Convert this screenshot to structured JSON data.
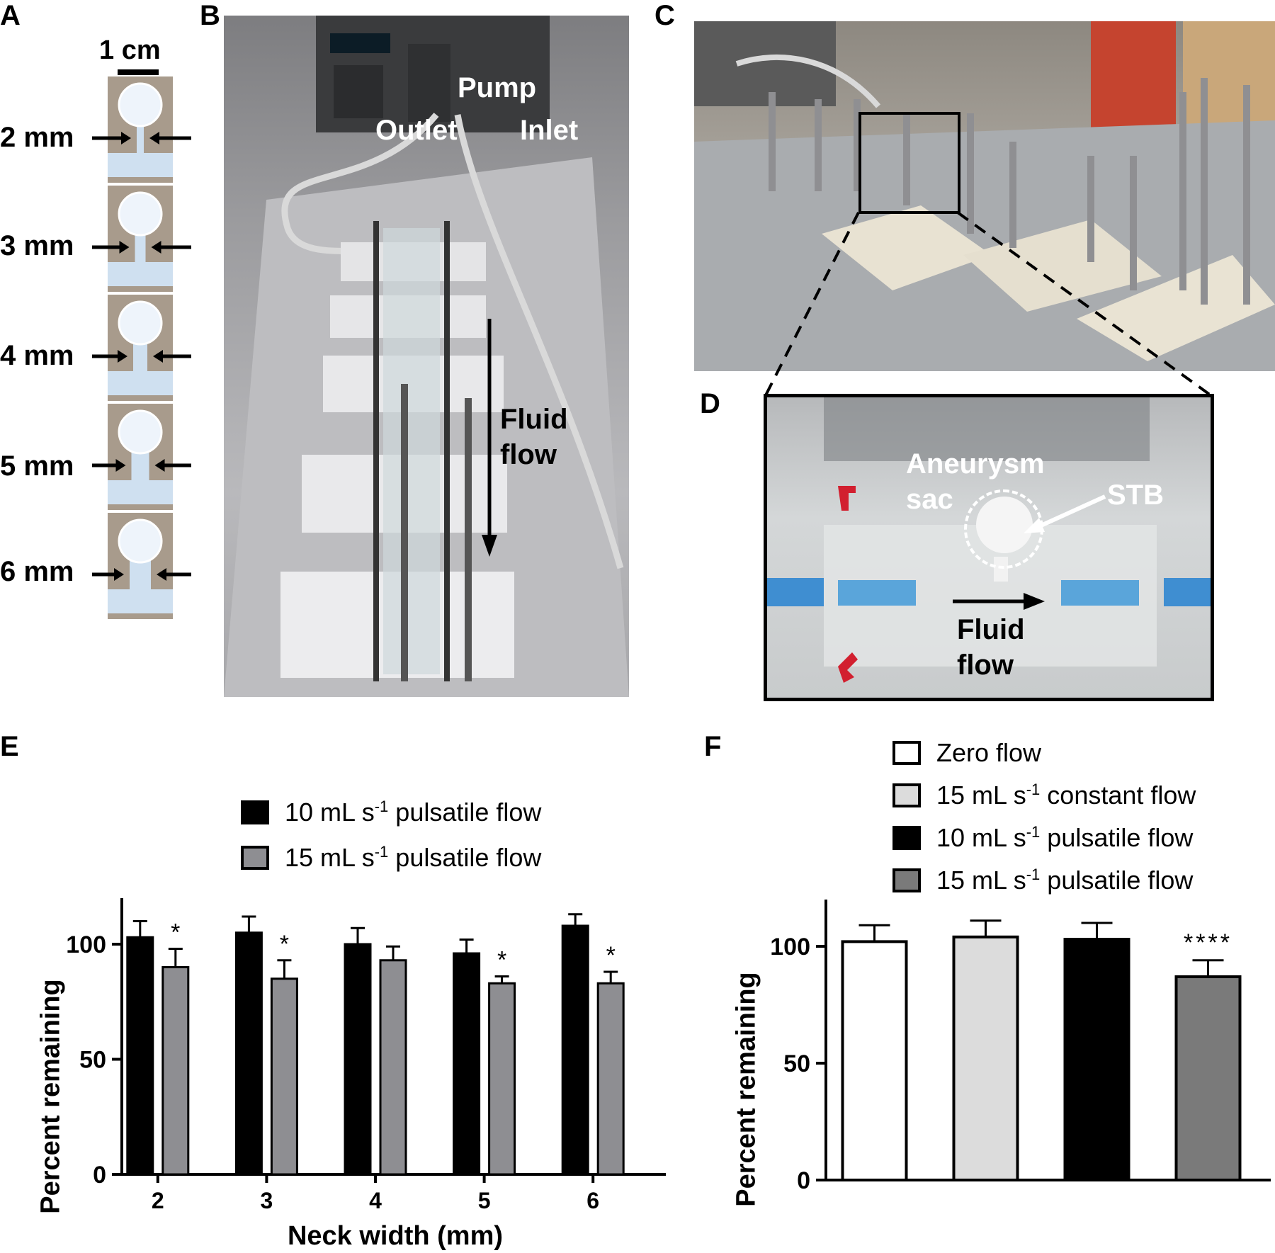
{
  "panels": {
    "a": "A",
    "b": "B",
    "c": "C",
    "d": "D",
    "e": "E",
    "f": "F"
  },
  "panel_a": {
    "scale_label": "1 cm",
    "neck_labels": [
      "2 mm",
      "3 mm",
      "4 mm",
      "5 mm",
      "6 mm"
    ],
    "colors": {
      "block": "#a89b8c",
      "channel": "#cfe0f0",
      "sac": "#eef4fb"
    }
  },
  "panel_b": {
    "pump_label": "Pump",
    "outlet_label": "Outlet",
    "inlet_label": "Inlet",
    "flow_label_1": "Fluid",
    "flow_label_2": "flow"
  },
  "panel_d": {
    "sac_label_1": "Aneurysm",
    "sac_label_2": "sac",
    "stb_label": "STB",
    "flow_label_1": "Fluid",
    "flow_label_2": "flow"
  },
  "chart_data": [
    {
      "type": "bar",
      "panel": "E",
      "xlabel": "Neck width (mm)",
      "ylabel": "Percent remaining",
      "ylim": [
        0,
        120
      ],
      "yticks": [
        0,
        50,
        100
      ],
      "categories": [
        "2",
        "3",
        "4",
        "5",
        "6"
      ],
      "legend_position": "top",
      "series": [
        {
          "legend_pre": "10 mL s",
          "legend_sup": "-1",
          "legend_post": " pulsatile flow",
          "color": "#000000",
          "values": [
            103,
            105,
            100,
            96,
            108
          ],
          "errors": [
            7,
            7,
            7,
            6,
            5
          ],
          "sig": [
            "",
            "",
            "",
            "",
            ""
          ]
        },
        {
          "legend_pre": "15 mL s",
          "legend_sup": "-1",
          "legend_post": " pulsatile flow",
          "color": "#8e8e92",
          "values": [
            90,
            85,
            93,
            83,
            83
          ],
          "errors": [
            8,
            8,
            6,
            3,
            5
          ],
          "sig": [
            "*",
            "*",
            "",
            "*",
            "*"
          ]
        }
      ]
    },
    {
      "type": "bar",
      "panel": "F",
      "xlabel": "",
      "ylabel": "Percent remaining",
      "ylim": [
        0,
        120
      ],
      "yticks": [
        0,
        50,
        100
      ],
      "legend_position": "top",
      "bars": [
        {
          "legend_pre": "Zero flow",
          "legend_sup": "",
          "legend_post": "",
          "color": "#ffffff",
          "value": 102,
          "error": 7,
          "sig": ""
        },
        {
          "legend_pre": "15 mL s",
          "legend_sup": "-1",
          "legend_post": " constant flow",
          "color": "#dcdcdc",
          "value": 104,
          "error": 7,
          "sig": ""
        },
        {
          "legend_pre": "10 mL s",
          "legend_sup": "-1",
          "legend_post": " pulsatile flow",
          "color": "#000000",
          "value": 103,
          "error": 7,
          "sig": ""
        },
        {
          "legend_pre": "15 mL s",
          "legend_sup": "-1",
          "legend_post": " pulsatile flow",
          "color": "#7a7a7a",
          "value": 87,
          "error": 7,
          "sig": "****"
        }
      ]
    }
  ]
}
